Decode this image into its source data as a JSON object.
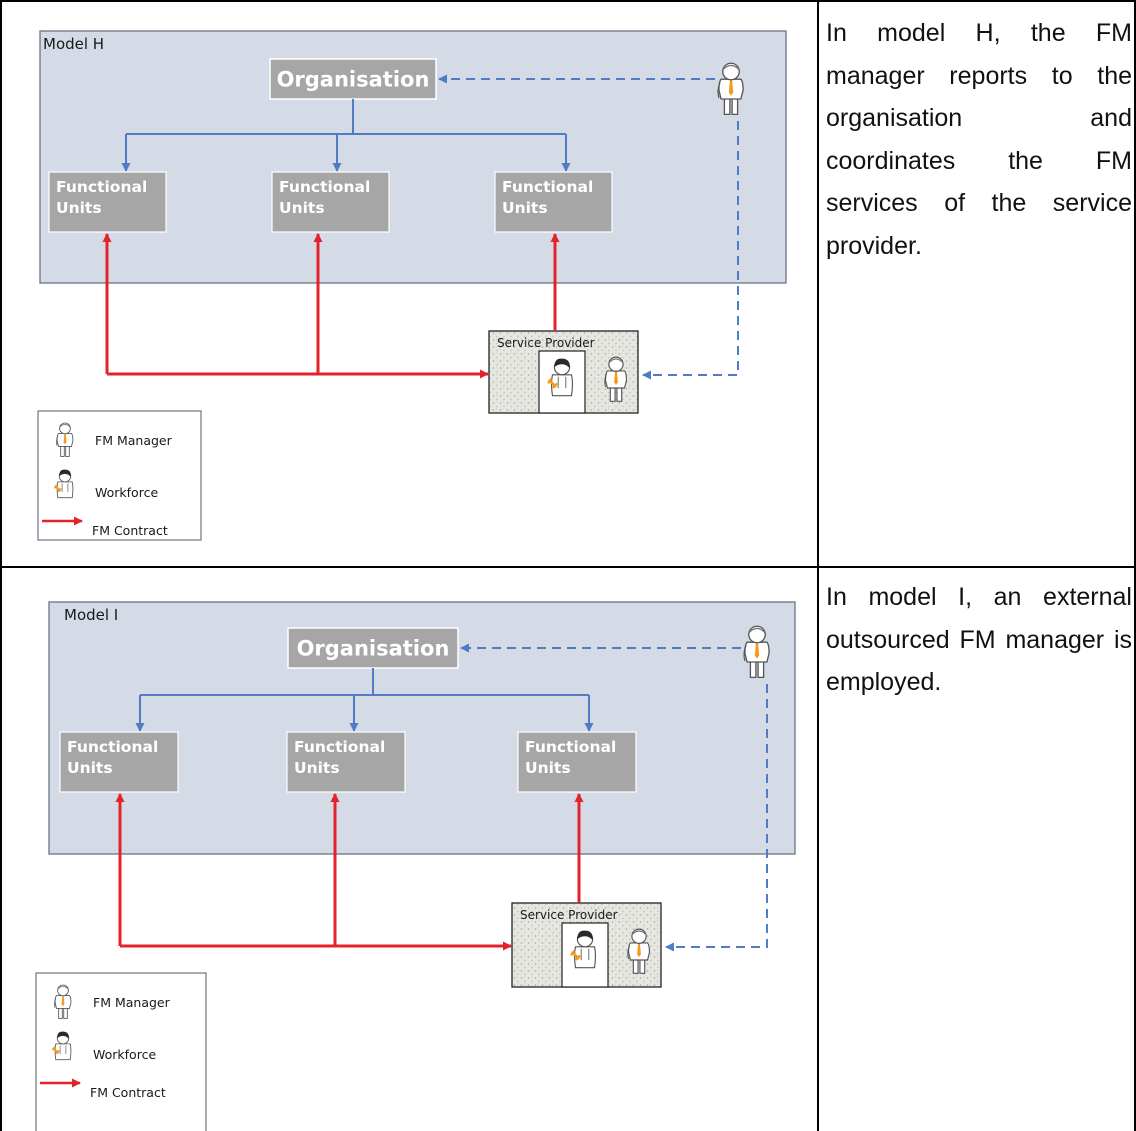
{
  "rows": [
    {
      "diagram": {
        "model_label": "Model H",
        "organisation": "Organisation",
        "functional_units": [
          [
            "Functional",
            "Units"
          ],
          [
            "Functional",
            "Units"
          ],
          [
            "Functional",
            "Units"
          ]
        ],
        "service_provider": "Service Provider",
        "legend": {
          "fm_manager": "FM Manager",
          "workforce": "Workforce",
          "fm_contract": "FM Contract"
        }
      },
      "description": "In model H, the FM manager reports to the organisation and coordinates the FM services of the service provider."
    },
    {
      "diagram": {
        "model_label": "Model I",
        "organisation": "Organisation",
        "functional_units": [
          [
            "Functional",
            "Units"
          ],
          [
            "Functional",
            "Units"
          ],
          [
            "Functional",
            "Units"
          ]
        ],
        "service_provider": "Service Provider",
        "legend": {
          "fm_manager": "FM Manager",
          "workforce": "Workforce",
          "fm_contract": "FM Contract"
        }
      },
      "description": "In model I, an external outsourced FM manager is employed."
    }
  ],
  "colors": {
    "model_box_fill": "#d5dbe6",
    "model_box_stroke": "#6b7382",
    "node_fill": "#a6a6a6",
    "hierarchy_line": "#4f7cc4",
    "reporting_dashed": "#4f7cc4",
    "fm_contract": "#e3232b",
    "tie": "#f39a1e"
  }
}
